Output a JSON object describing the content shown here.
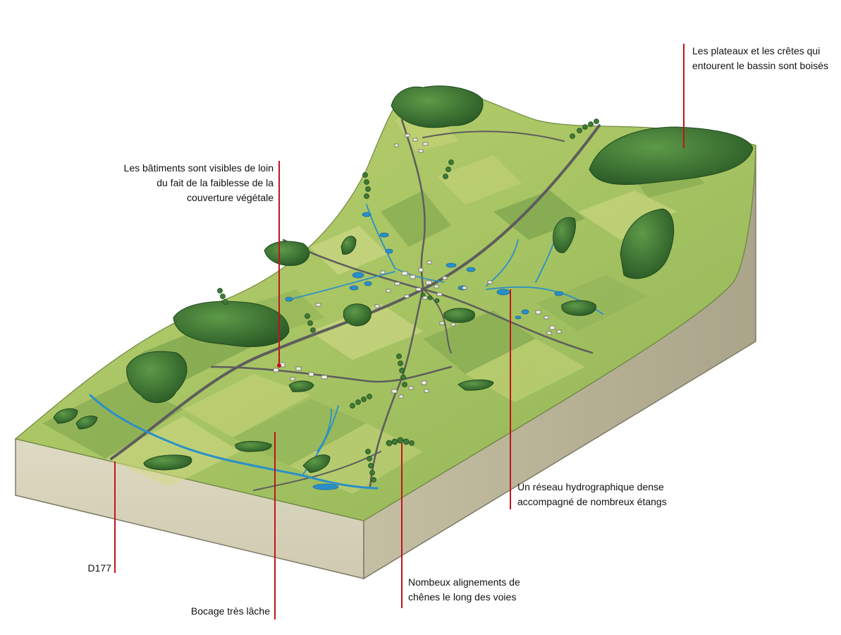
{
  "annotations": {
    "forests": "Les plateaux et les crêtes qui\nentourent le bassin sont boisés",
    "buildings": "Les bâtiments sont visibles de loin\ndu fait de la faiblesse de la\ncouverture végétale",
    "hydro": "Un réseau hydrographique dense\naccompagné de nombreux étangs",
    "road": "D177",
    "bocage": "Bocage très lâche",
    "oaks": "Nombeux alignements de\nchênes le long des voies"
  },
  "colors": {
    "leader_line": "#c0141c",
    "ground_side": "#d9d5bd",
    "ground_side_dark": "#b9b49a",
    "field_light": "#c9d57a",
    "field_mid": "#9fbe5c",
    "field_dark": "#6f9a46",
    "forest": "#3f7a36",
    "forest_dark": "#2a5a26",
    "water": "#2a8fc9",
    "road": "#5d5d5d"
  }
}
